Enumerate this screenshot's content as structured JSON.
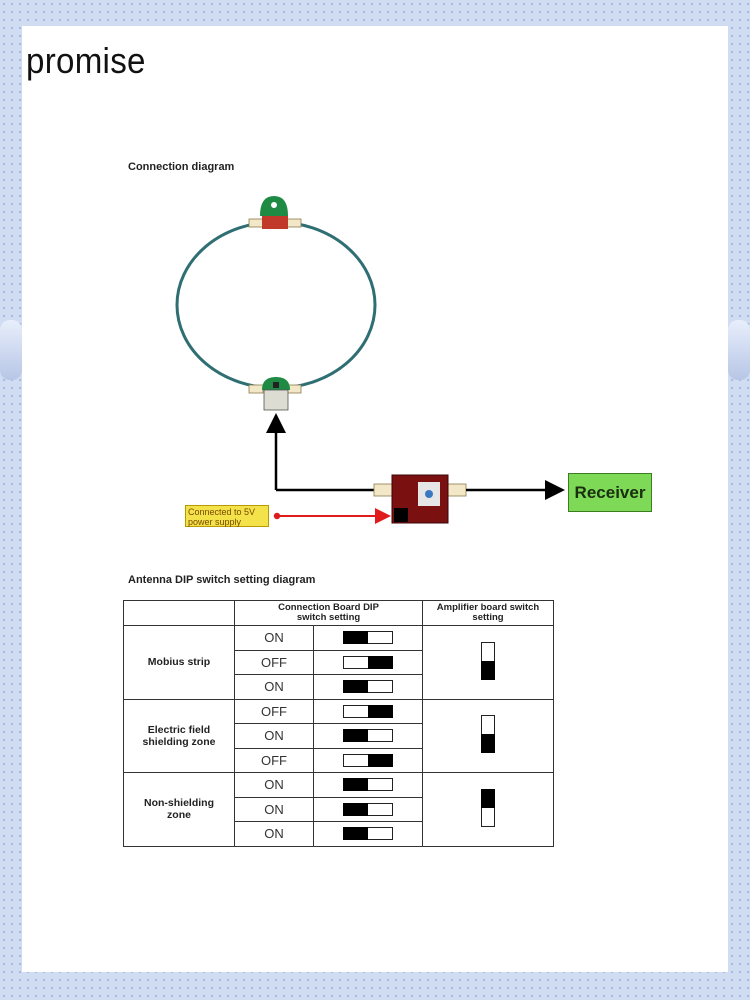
{
  "brand": "promise",
  "connection_title": "Connection diagram",
  "power_note_line1": "Connected to 5V",
  "power_note_line2": "power supply",
  "receiver_label": "Receiver",
  "dip_title": "Antenna DIP switch setting diagram",
  "table": {
    "header_board_line1": "Connection Board DIP",
    "header_board_line2": "switch setting",
    "header_amp_line1": "Amplifier board switch",
    "header_amp_line2": "setting",
    "groups": [
      {
        "zone_line1": "Mobius strip",
        "zone_line2": "",
        "amp_switch": "down",
        "rows": [
          {
            "state": "ON",
            "switch": "on"
          },
          {
            "state": "OFF",
            "switch": "off"
          },
          {
            "state": "ON",
            "switch": "on"
          }
        ]
      },
      {
        "zone_line1": "Electric field",
        "zone_line2": "shielding zone",
        "amp_switch": "down",
        "rows": [
          {
            "state": "OFF",
            "switch": "off"
          },
          {
            "state": "ON",
            "switch": "on"
          },
          {
            "state": "OFF",
            "switch": "off"
          }
        ]
      },
      {
        "zone_line1": "Non-shielding",
        "zone_line2": "zone",
        "amp_switch": "up",
        "rows": [
          {
            "state": "ON",
            "switch": "on"
          },
          {
            "state": "ON",
            "switch": "on"
          },
          {
            "state": "ON",
            "switch": "on"
          }
        ]
      }
    ]
  },
  "colors": {
    "loop": "#2f6f73",
    "module_green": "#1e8a43",
    "amp_board": "#7a1010",
    "power_line": "#e01b1b",
    "receiver_fill": "#7ed957",
    "note_fill": "#f3e24a"
  }
}
